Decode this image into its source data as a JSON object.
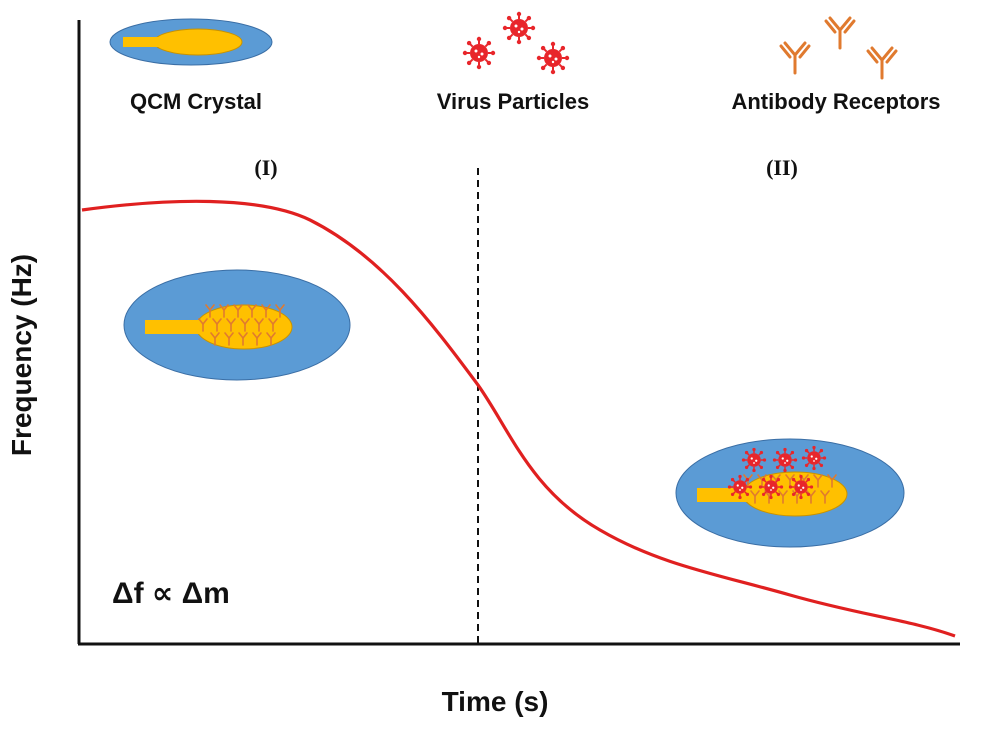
{
  "legend": {
    "crystal_label": "QCM Crystal",
    "virus_label": "Virus Particles",
    "antibody_label": "Antibody Receptors"
  },
  "phases": {
    "phase1": "(I)",
    "phase2": "(II)"
  },
  "axes": {
    "xlabel": "Time (s)",
    "ylabel": "Frequency (Hz)"
  },
  "equation": "Δf ∝ Δm",
  "colors": {
    "crystal_blue": "#5b9bd5",
    "electrode_yellow": "#ffc000",
    "virus_red": "#e8262b",
    "antibody_orange": "#e07a2f",
    "curve_red": "#e02020"
  },
  "icons": [
    "qcm-crystal-icon",
    "virus-particles-icon",
    "antibody-receptors-icon"
  ]
}
